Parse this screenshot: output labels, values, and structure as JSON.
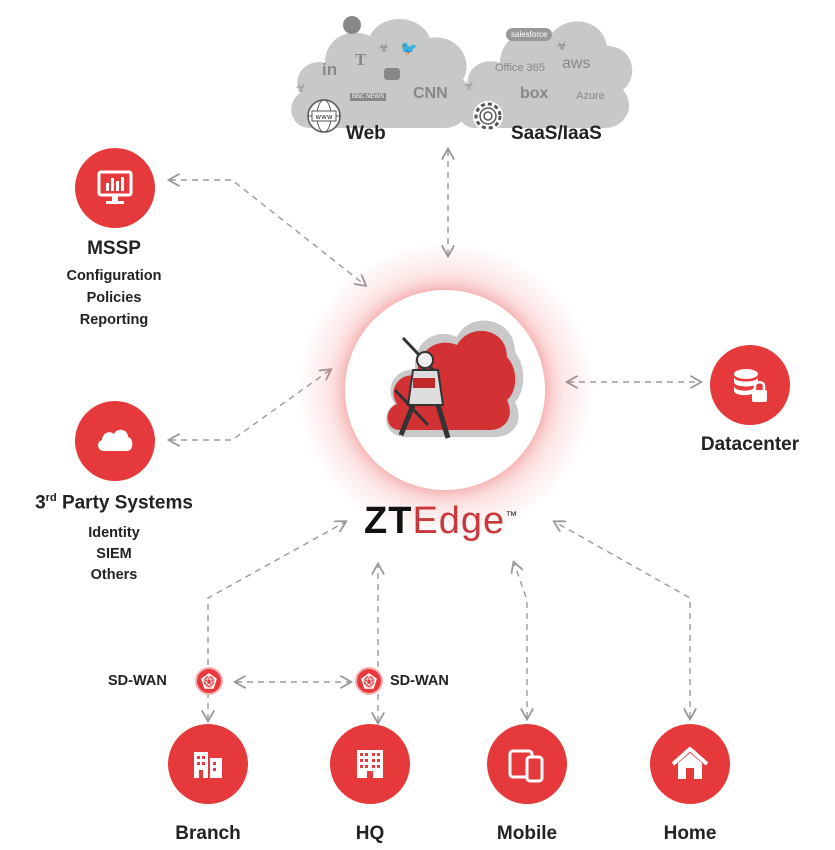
{
  "brand": {
    "zt": "ZT",
    "edge": "Edge",
    "tm": "™"
  },
  "clouds": {
    "web": {
      "label": "Web",
      "logos": [
        "in",
        "CNN",
        "BBC NEWS",
        "www"
      ]
    },
    "saas": {
      "label": "SaaS/IaaS",
      "logos": [
        "salesforce",
        "Office 365",
        "aws",
        "box",
        "Azure"
      ]
    }
  },
  "mssp": {
    "title": "MSSP",
    "lines": [
      "Configuration",
      "Policies",
      "Reporting"
    ]
  },
  "third_party": {
    "title_main": "3",
    "title_sup": "rd",
    "title_rest": " Party Systems",
    "lines": [
      "Identity",
      "SIEM",
      "Others"
    ]
  },
  "datacenter": {
    "label": "Datacenter"
  },
  "sdwan": {
    "left": "SD-WAN",
    "right": "SD-WAN"
  },
  "sites": [
    {
      "label": "Branch",
      "icon": "branch-building-icon"
    },
    {
      "label": "HQ",
      "icon": "hq-building-icon"
    },
    {
      "label": "Mobile",
      "icon": "mobile-devices-icon"
    },
    {
      "label": "Home",
      "icon": "home-icon"
    }
  ],
  "colors": {
    "accent": "#e5393b",
    "cloud_gray": "#c8c8c8",
    "arrow": "#999999"
  }
}
